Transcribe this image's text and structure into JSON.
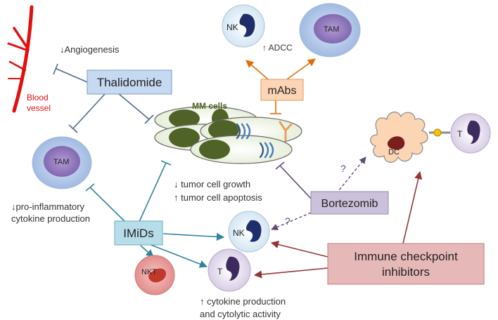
{
  "drugs": {
    "thalidomide": "Thalidomide",
    "mabs": "mAbs",
    "imids": "IMiDs",
    "bortezomib": "Bortezomib",
    "checkpoint_line1": "Immune checkpoint",
    "checkpoint_line2": "inhibitors"
  },
  "cells": {
    "mm_cells": "MM cells",
    "nk": "NK",
    "tam": "TAM",
    "dc": "DC",
    "t": "T",
    "nkt": "NKT"
  },
  "vessel": {
    "line1": "Blood",
    "line2": "vessel"
  },
  "effects": {
    "angiogenesis": "↓Angiogenesis",
    "adcc": "↑ ADCC",
    "growth": "↓ tumor cell growth",
    "apoptosis": "↑ tumor cell apoptosis",
    "proinflam1": "↓pro-inflammatory",
    "proinflam2": "cytokine production",
    "cytokine1": "↑ cytokine production",
    "cytokine2": "and cytolytic activity"
  },
  "uncertain_mark": "?",
  "colors": {
    "thalidomide_box": "#c5d9f1",
    "mabs_box": "#fcd5b5",
    "imids_box": "#b7dee8",
    "bortezomib_box": "#ccc1da",
    "checkpoint_box": "#e6b9b8",
    "blood_vessel": "#e01010",
    "mm_nucleus": "#4f6228",
    "mm_title": "#4f6228",
    "thalidomide_arrows": "#4f6a8f",
    "imids_arrows": "#31849b",
    "mabs_arrows": "#e36c09",
    "bortezomib_arrows": "#5f497a",
    "checkpoint_arrows": "#943634"
  }
}
